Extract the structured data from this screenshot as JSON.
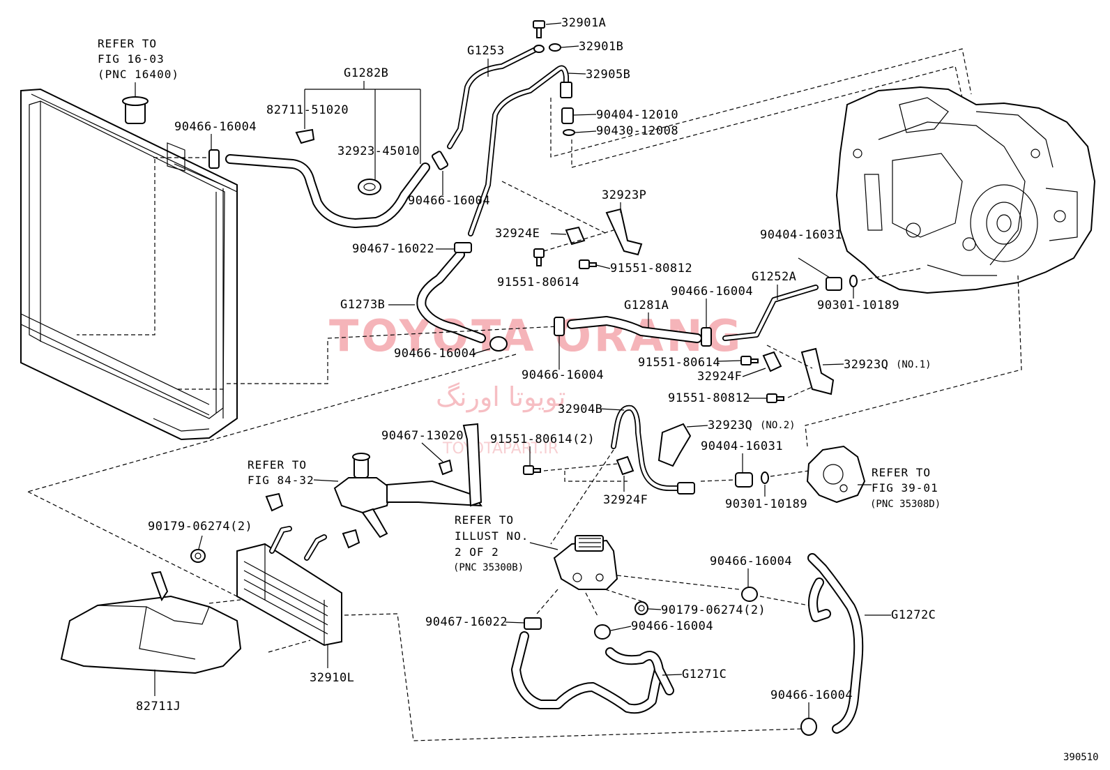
{
  "watermark": {
    "brand": "TOYOTA ORANG",
    "arabic": "تويوتا اورنگ",
    "site": "TOYOTAPART.IR"
  },
  "figure_id": "390510",
  "refers": {
    "radiator": [
      "REFER TO",
      "FIG 16-03",
      "(PNC 16400)"
    ],
    "fig84": [
      "REFER TO",
      "FIG 84-32"
    ],
    "illust": [
      "REFER TO",
      "ILLUST NO.",
      "2 OF 2",
      "(PNC 35300B)"
    ],
    "fig39": [
      "REFER TO",
      "FIG 39-01",
      "(PNC 35308D)"
    ]
  },
  "labels": {
    "p32901A": "32901A",
    "p32901B": "32901B",
    "p32905B": "32905B",
    "g1253": "G1253",
    "g1282b": "G1282B",
    "p82711_51020": "82711-51020",
    "p32923_45010": "32923-45010",
    "p90466_a": "90466-16004",
    "p90466_b": "90466-16004",
    "p90404_12010": "90404-12010",
    "p90430_12008": "90430-12008",
    "p32923P": "32923P",
    "p32924E": "32924E",
    "p91551_80614_a": "91551-80614",
    "p91551_80812_a": "91551-80812",
    "p90467_16022_a": "90467-16022",
    "g1273b": "G1273B",
    "p90466_c": "90466-16004",
    "p90466_d": "90466-16004",
    "g1281a": "G1281A",
    "p90466_e": "90466-16004",
    "p90404_16031_a": "90404-16031",
    "g1252a": "G1252A",
    "p90301_10189_a": "90301-10189",
    "p91551_80614_b": "91551-80614",
    "p32924F_a": "32924F",
    "p32923Q1": "32923Q",
    "no1": "(NO.1)",
    "p91551_80812_b": "91551-80812",
    "p32904B": "32904B",
    "p32923Q2": "32923Q",
    "no2": "(NO.2)",
    "p90467_13020": "90467-13020",
    "p91551_80614_2": "91551-80614(2)",
    "p90404_16031_b": "90404-16031",
    "p32924F_b": "32924F",
    "p90301_10189_b": "90301-10189",
    "p90179_a": "90179-06274(2)",
    "p90466_f": "90466-16004",
    "p90179_b": "90179-06274(2)",
    "g1272c": "G1272C",
    "p90467_16022_b": "90467-16022",
    "p90466_g": "90466-16004",
    "g1271c": "G1271C",
    "p90466_h": "90466-16004",
    "p82711J": "82711J",
    "p32910L": "32910L"
  }
}
